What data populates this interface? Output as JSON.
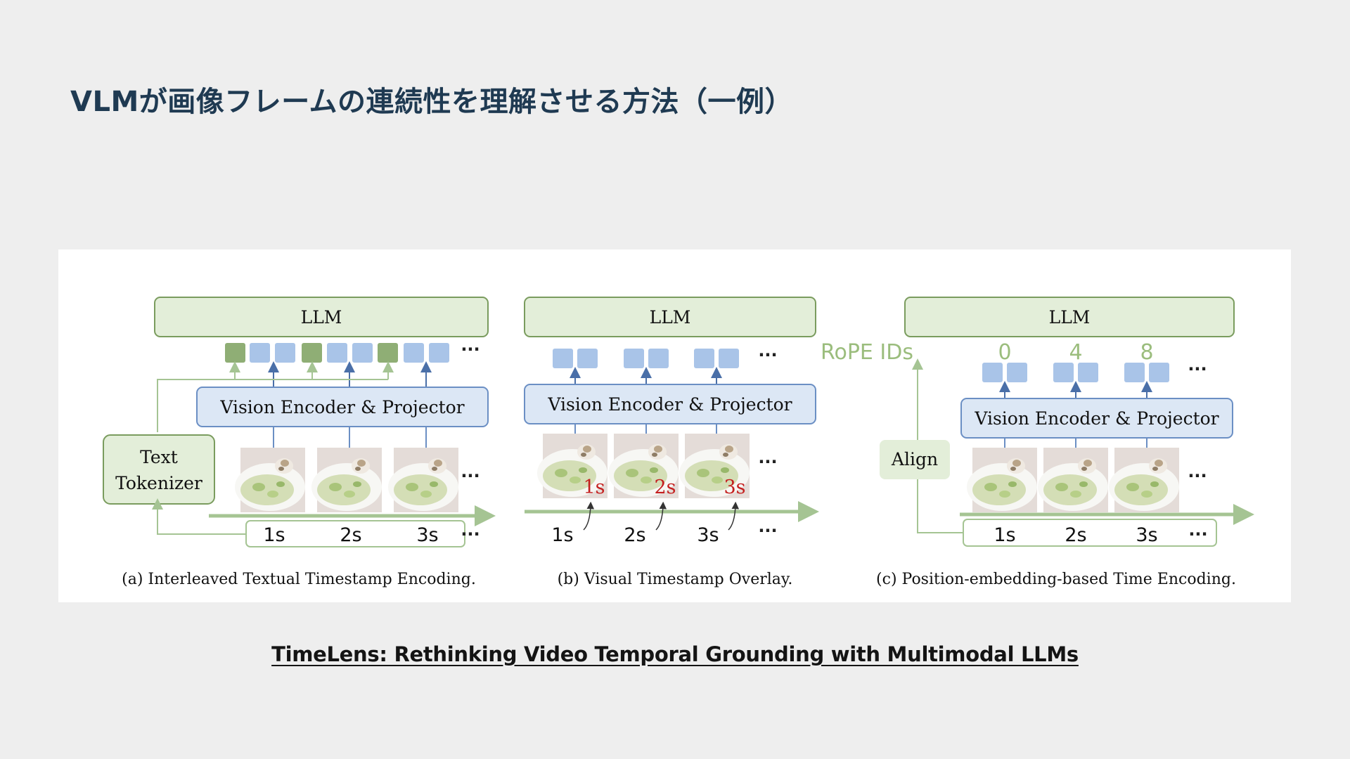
{
  "slide": {
    "title": "VLMが画像フレームの連続性を理解させる方法（一例）",
    "link_text": "TimeLens: Rethinking Video Temporal Grounding with Multimodal LLMs"
  },
  "figure": {
    "colors": {
      "llm_fill": "#e3eed9",
      "llm_stroke": "#7a9c5e",
      "encoder_fill": "#dce7f5",
      "encoder_stroke": "#6b8fc4",
      "token_blue": "#a9c4e8",
      "token_green": "#8fae75",
      "arrow_blue": "#4a6fa8",
      "arrow_green": "#a5c493",
      "overlay_red": "#c41f1f",
      "rope_green": "#9bbd7d"
    },
    "panel_a": {
      "llm": "LLM",
      "encoder": "Vision Encoder & Projector",
      "tokenizer": "Text Tokenizer",
      "tokenizer_line1": "Text",
      "tokenizer_line2": "Tokenizer",
      "times": [
        "1s",
        "2s",
        "3s"
      ],
      "ellipsis": "···",
      "caption": "(a) Interleaved Textual Timestamp Encoding."
    },
    "panel_b": {
      "llm": "LLM",
      "encoder": "Vision Encoder & Projector",
      "overlay_labels": [
        "1s",
        "2s",
        "3s"
      ],
      "times": [
        "1s",
        "2s",
        "3s"
      ],
      "ellipsis": "···",
      "caption": "(b) Visual Timestamp Overlay."
    },
    "panel_c": {
      "llm": "LLM",
      "encoder": "Vision Encoder & Projector",
      "rope_label": "RoPE IDs",
      "rope_ids": [
        "0",
        "4",
        "8"
      ],
      "align": "Align",
      "times": [
        "1s",
        "2s",
        "3s"
      ],
      "ellipsis": "···",
      "caption": "(c) Position-embedding-based Time Encoding."
    }
  }
}
